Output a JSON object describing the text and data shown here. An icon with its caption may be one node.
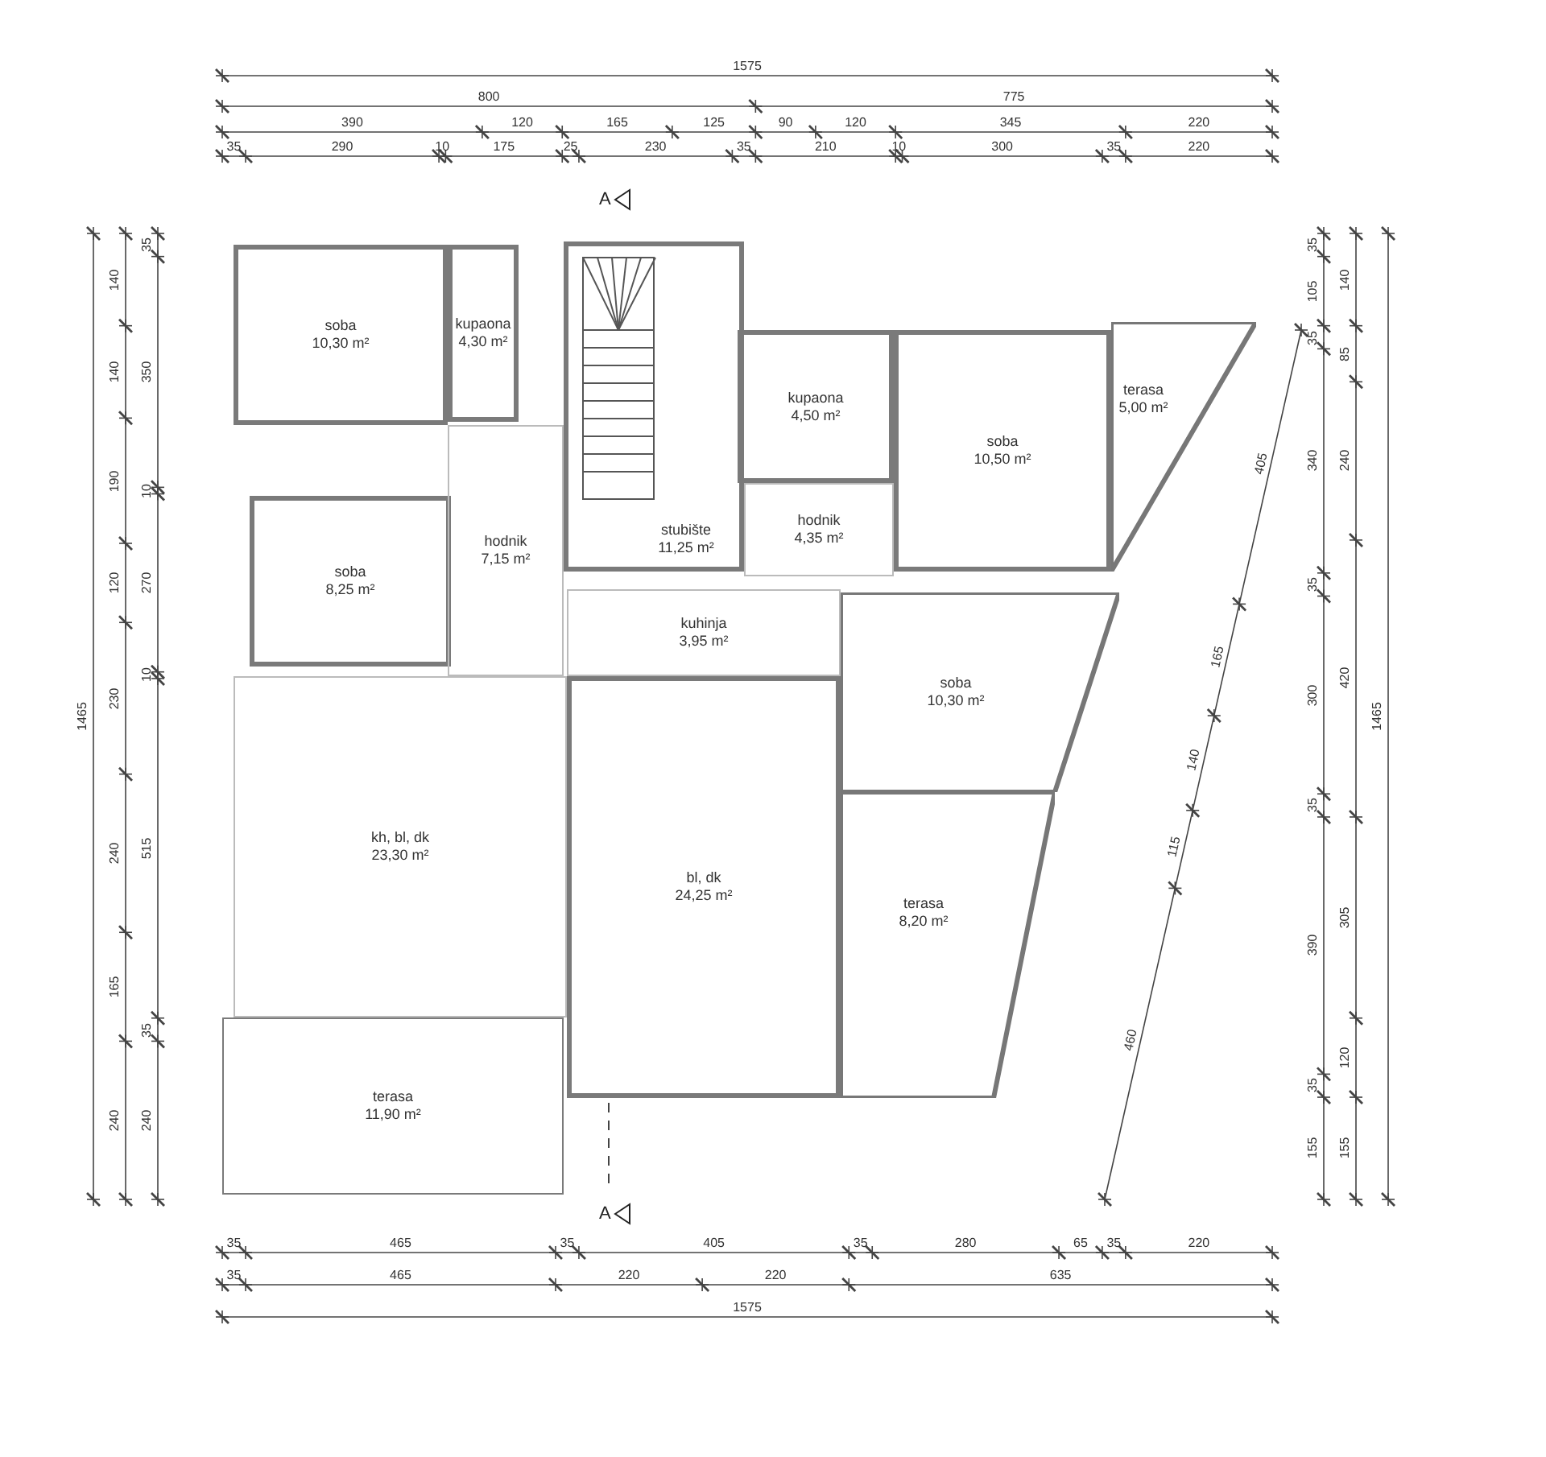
{
  "diagram": {
    "nodes": [
      {
        "text": [
          "soba",
          "10,30 m²"
        ]
      },
      {
        "text": [
          "kupaona",
          "4,30 m²"
        ]
      },
      {
        "text": [
          "stubište",
          "11,25 m²"
        ]
      },
      {
        "text": [
          "kupaona",
          "4,50 m²"
        ]
      },
      {
        "text": [
          "soba",
          "10,50 m²"
        ]
      },
      {
        "text": [
          "terasa",
          "5,00 m²"
        ]
      },
      {
        "text": [
          "soba",
          "8,25 m²"
        ]
      },
      {
        "text": [
          "hodnik",
          "7,15 m²"
        ]
      },
      {
        "text": [
          "hodnik",
          "4,35 m²"
        ]
      },
      {
        "text": [
          "kuhinja",
          "3,95 m²"
        ]
      },
      {
        "text": [
          "soba",
          "10,30 m²"
        ]
      },
      {
        "text": [
          "kh, bl, dk",
          "23,30 m²"
        ]
      },
      {
        "text": [
          "bl, dk",
          "24,25 m²"
        ]
      },
      {
        "text": [
          "terasa",
          "8,20 m²"
        ]
      },
      {
        "text": [
          "terasa",
          "11,90 m²"
        ]
      }
    ],
    "labels": [
      "1575",
      "800",
      "775",
      "390",
      "120",
      "165",
      "125",
      "90",
      "120",
      "345",
      "220",
      "35",
      "290",
      "10",
      "175",
      "25",
      "230",
      "35",
      "210",
      "10",
      "300",
      "35",
      "220",
      "A",
      "1465",
      "140",
      "140",
      "190",
      "120",
      "230",
      "240",
      "165",
      "240",
      "35",
      "350",
      "10",
      "270",
      "10",
      "515",
      "35",
      "240",
      "35",
      "105",
      "35",
      "340",
      "35",
      "300",
      "35",
      "390",
      "35",
      "155",
      "140",
      "85",
      "240",
      "420",
      "305",
      "120",
      "155",
      "1465",
      "405",
      "165",
      "140",
      "115",
      "460",
      "A",
      "35",
      "465",
      "35",
      "405",
      "35",
      "280",
      "65",
      "35",
      "220",
      "35",
      "465",
      "220",
      "220",
      "635",
      "1575"
    ]
  }
}
